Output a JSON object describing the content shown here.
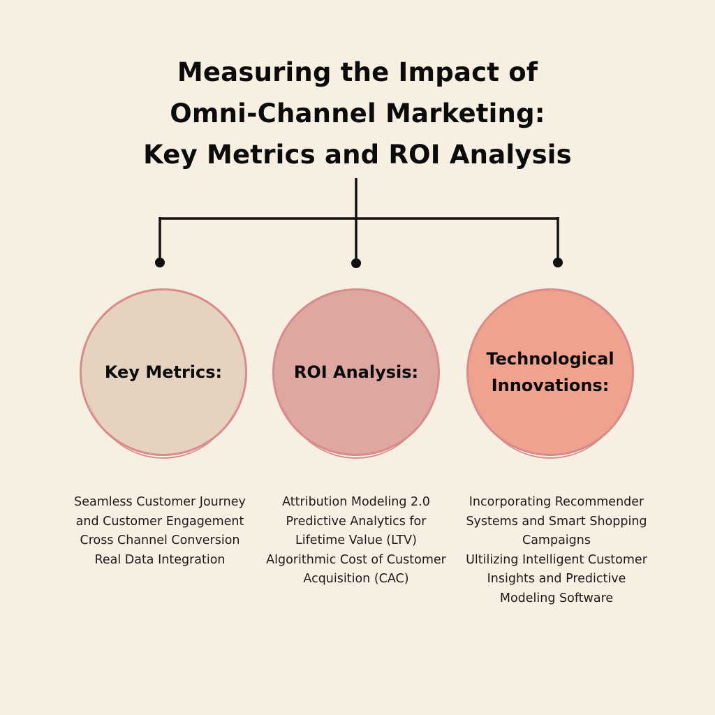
{
  "title": {
    "line1": "Measuring the Impact of",
    "line2": "Omni-Channel Marketing:",
    "line3": "Key Metrics and ROI Analysis"
  },
  "nodes": [
    {
      "label": "Key Metrics:",
      "color": "#e5d3bf",
      "items": [
        "Seamless Customer Journey and Customer Engagement",
        "Cross Channel Conversion",
        "Real Data Integration"
      ]
    },
    {
      "label": "ROI Analysis:",
      "color": "#dea7a2",
      "items": [
        "Attribution Modeling 2.0",
        "Predictive Analytics for Lifetime Value (LTV)",
        "Algorithmic Cost of Customer Acquisition (CAC)"
      ]
    },
    {
      "label": "Technological Innovations:",
      "color": "#efa38f",
      "items": [
        "Incorporating Recommender Systems and Smart Shopping Campaigns",
        "Ultilizing Intelligent Customer Insights and Predictive Modeling Software"
      ]
    }
  ],
  "colors": {
    "background": "#f8efe3",
    "circle_border": "#d98b8b",
    "line": "#111111"
  }
}
